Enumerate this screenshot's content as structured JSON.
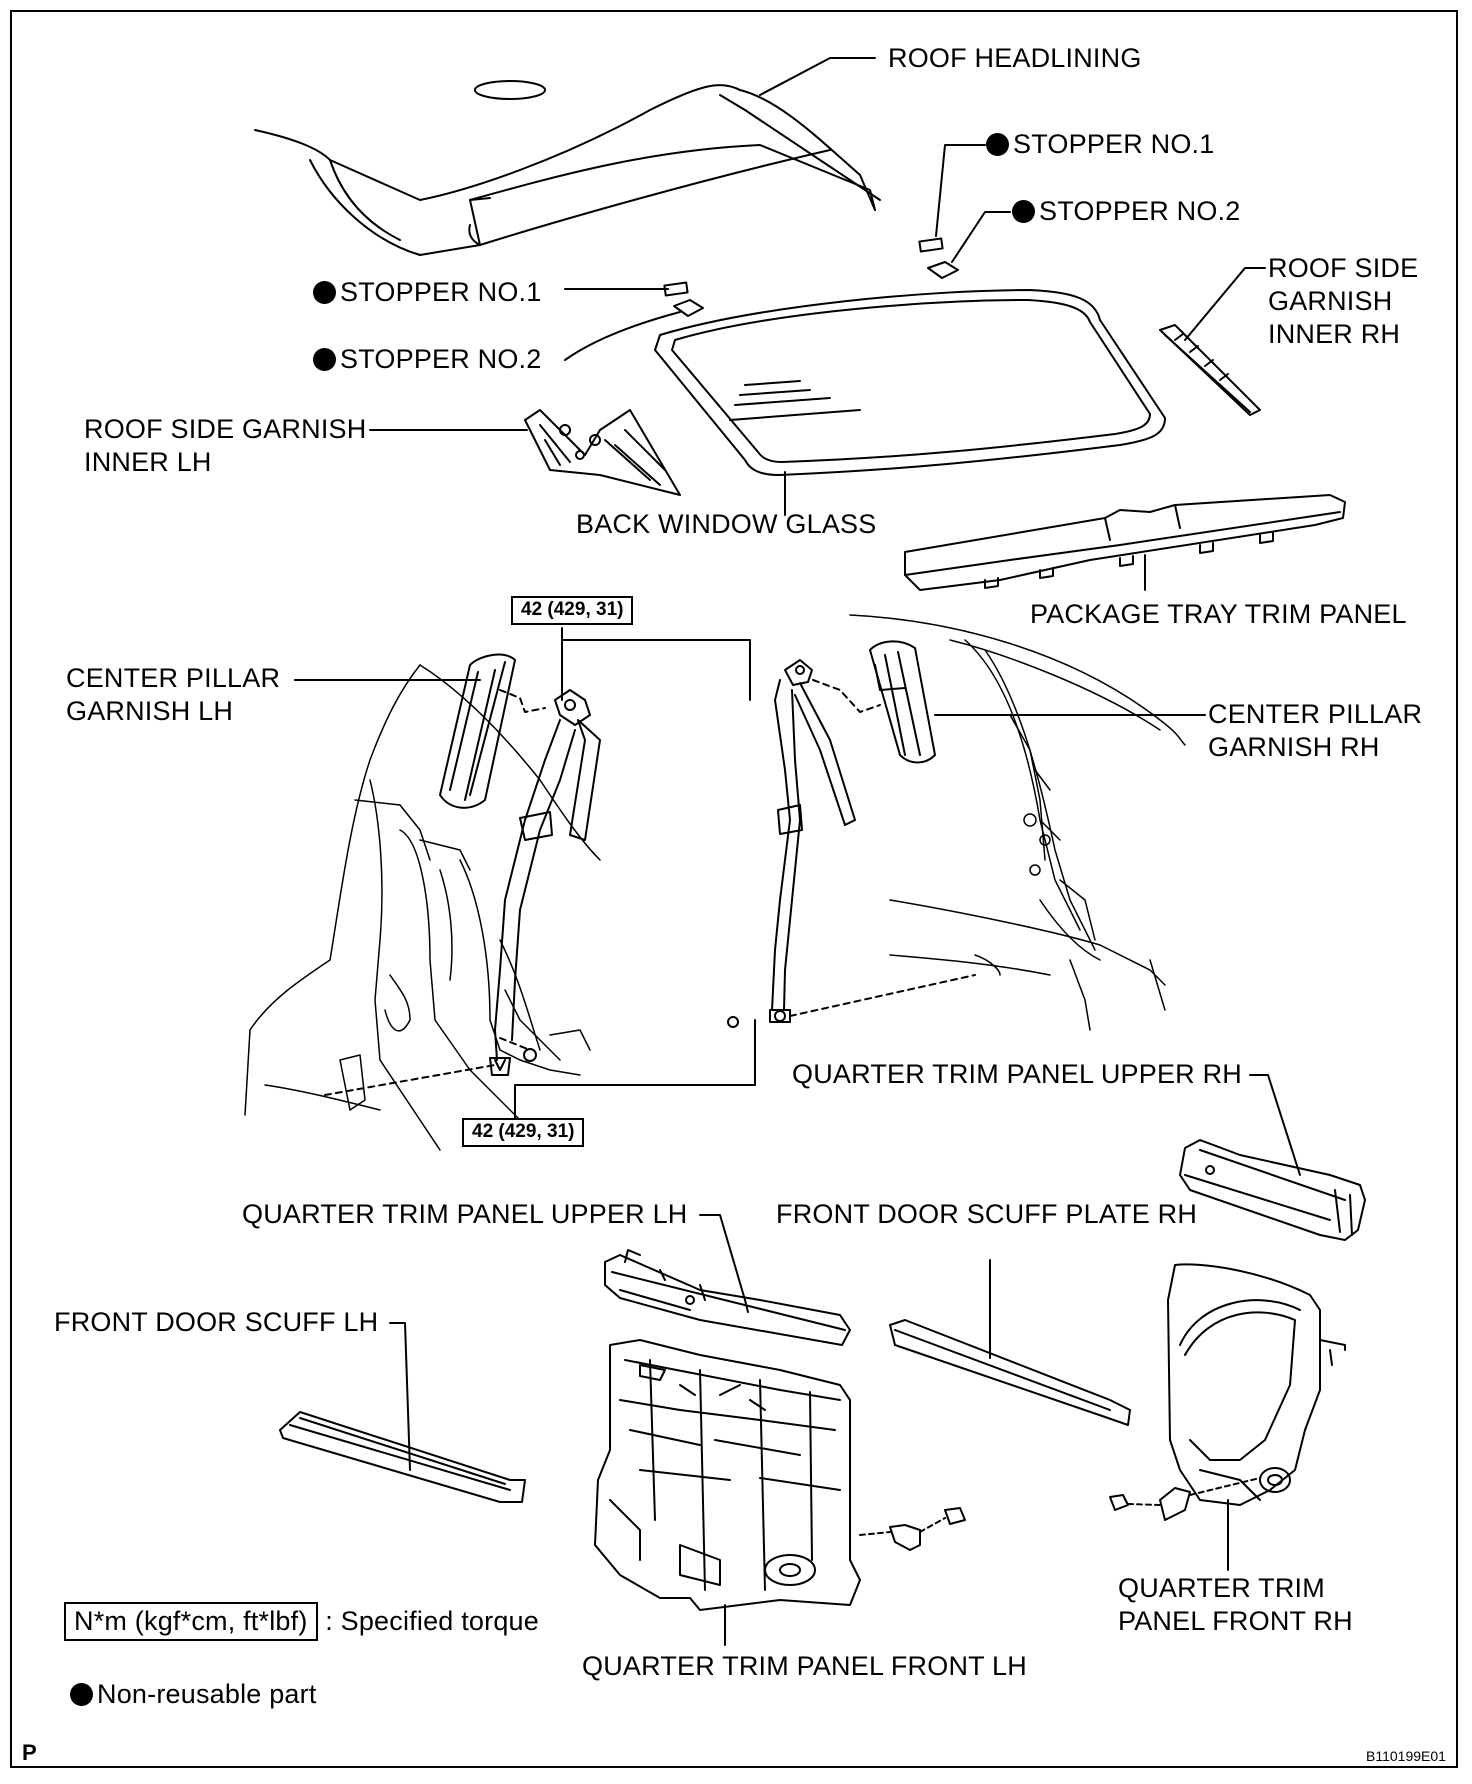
{
  "labels": {
    "roof_headlining": "ROOF HEADLINING",
    "stopper_no1_right": "STOPPER NO.1",
    "stopper_no2_right": "STOPPER NO.2",
    "stopper_no1_left": "STOPPER NO.1",
    "stopper_no2_left": "STOPPER NO.2",
    "roof_side_garnish_rh": [
      "ROOF SIDE",
      "GARNISH",
      "INNER RH"
    ],
    "roof_side_garnish_lh": [
      "ROOF SIDE GARNISH",
      "INNER LH"
    ],
    "back_window_glass": "BACK WINDOW GLASS",
    "package_tray_trim_panel": "PACKAGE TRAY TRIM PANEL",
    "center_pillar_garnish_lh": [
      "CENTER PILLAR",
      "GARNISH LH"
    ],
    "center_pillar_garnish_rh": [
      "CENTER PILLAR",
      "GARNISH RH"
    ],
    "quarter_trim_panel_upper_rh": "QUARTER TRIM PANEL UPPER RH",
    "quarter_trim_panel_upper_lh": "QUARTER TRIM PANEL UPPER LH",
    "front_door_scuff_plate_rh": "FRONT DOOR SCUFF PLATE RH",
    "front_door_scuff_lh": "FRONT DOOR SCUFF LH",
    "quarter_trim_panel_front_rh": [
      "QUARTER TRIM",
      "PANEL FRONT RH"
    ],
    "quarter_trim_panel_front_lh": "QUARTER TRIM PANEL FRONT LH"
  },
  "torque": {
    "upper": "42 (429, 31)",
    "lower": "42 (429, 31)"
  },
  "legend": {
    "torque_units": "N*m (kgf*cm, ft*lbf)",
    "torque_desc": ": Specified torque",
    "non_reusable": "Non-reusable part"
  },
  "footer": {
    "page_letter": "P",
    "figure_id": "B110199E01"
  }
}
